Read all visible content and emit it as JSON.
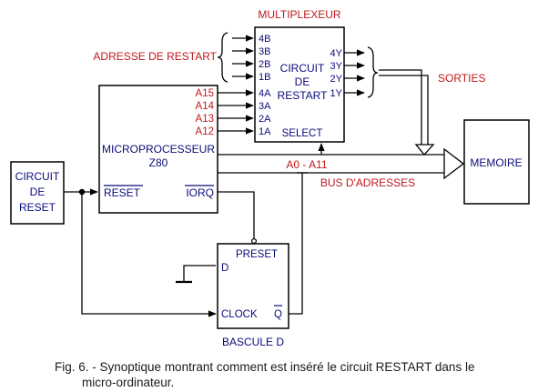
{
  "colors": {
    "line": "#000000",
    "blue_text": "#0b0b7c",
    "red_text": "#c0181c",
    "black_text": "#000000"
  },
  "reset_block": {
    "line1": "CIRCUIT",
    "line2": "DE",
    "line3": "RESET"
  },
  "cpu": {
    "name_line1": "MICROPROCESSEUR",
    "name_line2": "Z80",
    "address_pins": [
      "A15",
      "A14",
      "A13",
      "A12"
    ],
    "reset_pin": "RESET",
    "iorq_pin": "IORQ"
  },
  "mux": {
    "title": "MULTIPLEXEUR",
    "body_line1": "CIRCUIT",
    "body_line2": "DE",
    "body_line3": "RESTART",
    "inputs_b": [
      "4B",
      "3B",
      "2B",
      "1B"
    ],
    "inputs_a": [
      "4A",
      "3A",
      "2A",
      "1A"
    ],
    "outputs": [
      "4Y",
      "3Y",
      "2Y",
      "1Y"
    ],
    "select": "SELECT"
  },
  "labels": {
    "restart_address": "ADRESSE DE RESTART",
    "outputs": "SORTIES",
    "bus_lines": "A0 - A11",
    "bus_name": "BUS D'ADRESSES"
  },
  "memory": {
    "label": "MEMOIRE"
  },
  "flipflop": {
    "preset": "PRESET",
    "d": "D",
    "clock": "CLOCK",
    "q_bar": "Q",
    "title": "BASCULE  D"
  },
  "caption": {
    "line1": "Fig. 6. - Synoptique montrant comment est inséré le circuit RESTART dans le",
    "line2": "micro-ordinateur."
  }
}
